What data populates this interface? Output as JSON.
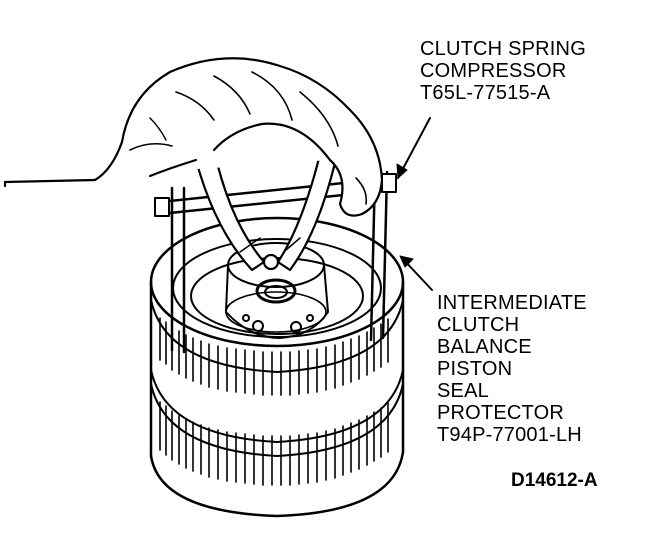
{
  "callouts": {
    "compressor": {
      "lines": [
        "CLUTCH SPRING",
        "COMPRESSOR",
        "T65L-77515-A"
      ]
    },
    "protector": {
      "lines": [
        "INTERMEDIATE",
        "CLUTCH",
        "BALANCE",
        "PISTON",
        "SEAL",
        "PROTECTOR",
        "T94P-77001-LH"
      ]
    }
  },
  "figure_id": "D14612-A",
  "colors": {
    "ink": "#000000",
    "paper": "#ffffff"
  }
}
